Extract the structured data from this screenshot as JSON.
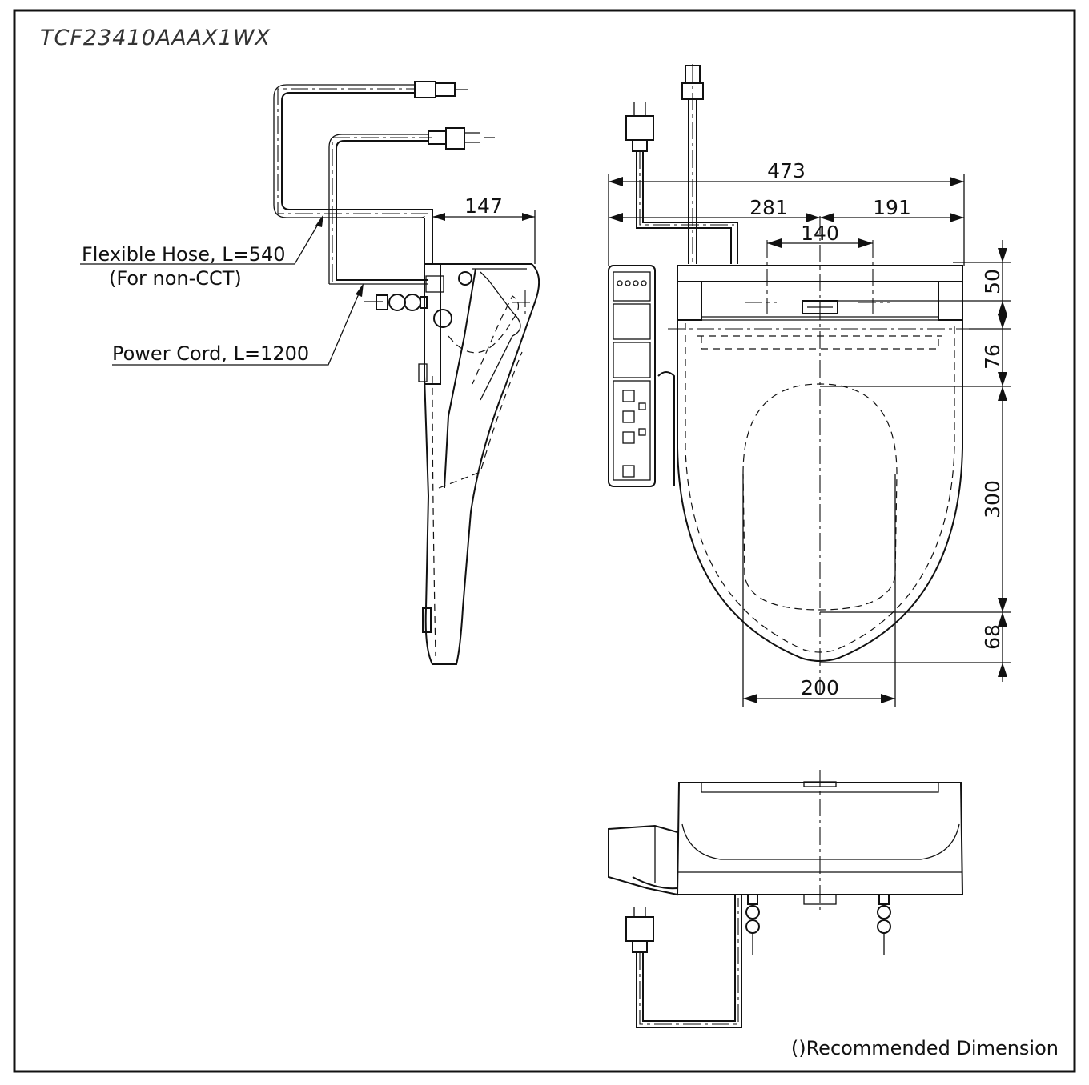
{
  "title": "TCF23410AAAX1WX",
  "footnote": "()Recommended Dimension",
  "labels": {
    "flexible_hose": "Flexible Hose, L=540",
    "flexible_hose_note": "(For non-CCT)",
    "power_cord": "Power Cord, L=1200"
  },
  "dimensions": {
    "side_depth": "147",
    "overall_width": "473",
    "left_width": "281",
    "right_width": "191",
    "hinge_spacing": "140",
    "top_offset": "50",
    "hinge_to_opening": "76",
    "opening_length": "300",
    "front_offset": "68",
    "opening_width": "200"
  }
}
